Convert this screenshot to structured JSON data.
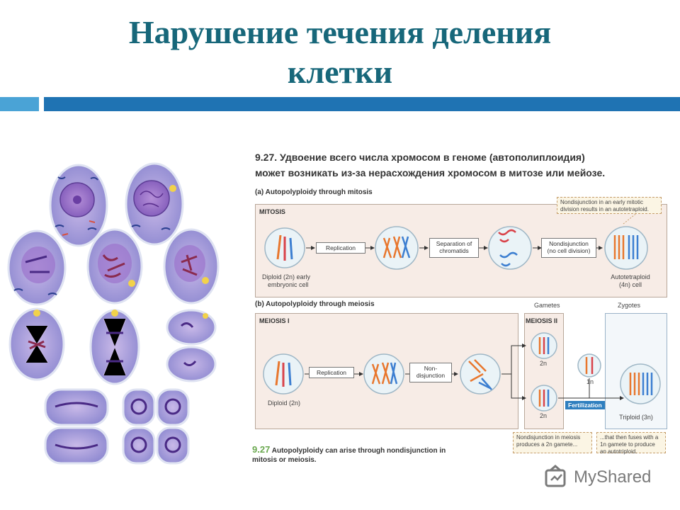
{
  "slide": {
    "title_line1": "Нарушение течения деления",
    "title_line2": "клетки"
  },
  "figure": {
    "heading_line1": "9.27. Удвоение всего числа хромосом в геноме  (автополиплоидия)",
    "heading_line2": "может возникать из-за нерасхождения хромосом в митозе или мейозе.",
    "part_a": {
      "label": "(a)  Autopolyploidy through mitosis",
      "box_title": "MITOSIS",
      "start_label_1": "Diploid (2n) early",
      "start_label_2": "embryonic cell",
      "step_replication": "Replication",
      "step_separation_1": "Separation of",
      "step_separation_2": "chromatids",
      "step_nondisjunction_1": "Nondisjunction",
      "step_nondisjunction_2": "(no cell division)",
      "end_label_1": "Autotetraploid",
      "end_label_2": "(4n) cell",
      "note": "Nondisjunction in an early mitotic division results in an autotetraploid."
    },
    "part_b": {
      "label": "(b)  Autopolyploidy through meiosis",
      "gametes_label": "Gametes",
      "zygotes_label": "Zygotes",
      "box_title": "MEIOSIS I",
      "meiosis2_title": "MEIOSIS II",
      "start_label": "Diploid (2n)",
      "step_replication": "Replication",
      "step_nondisjunction_1": "Non-",
      "step_nondisjunction_2": "disjunction",
      "gamete_2n_top": "2n",
      "gamete_2n_bottom": "2n",
      "gamete_1n": "1n",
      "fertilization": "Fertilization",
      "triploid": "Triploid (3n)",
      "note_left": "Nondisjunction in meiosis produces a 2n gamete...",
      "note_right": "...that then fuses with a 1n gamete to produce an autotriploid."
    },
    "caption_number": "9.27",
    "caption_text_1": "Autopolyploidy can arise through nondisjunction in",
    "caption_text_2": "mitosis or meiosis."
  },
  "watermark": {
    "text": "MyShared"
  },
  "colors": {
    "title": "#17677a",
    "divider_light": "#4aa3d6",
    "divider_dark": "#1f73b3",
    "chrom_orange": "#e8772e",
    "chrom_blue": "#3d7fd1",
    "chrom_red": "#d9434a"
  }
}
